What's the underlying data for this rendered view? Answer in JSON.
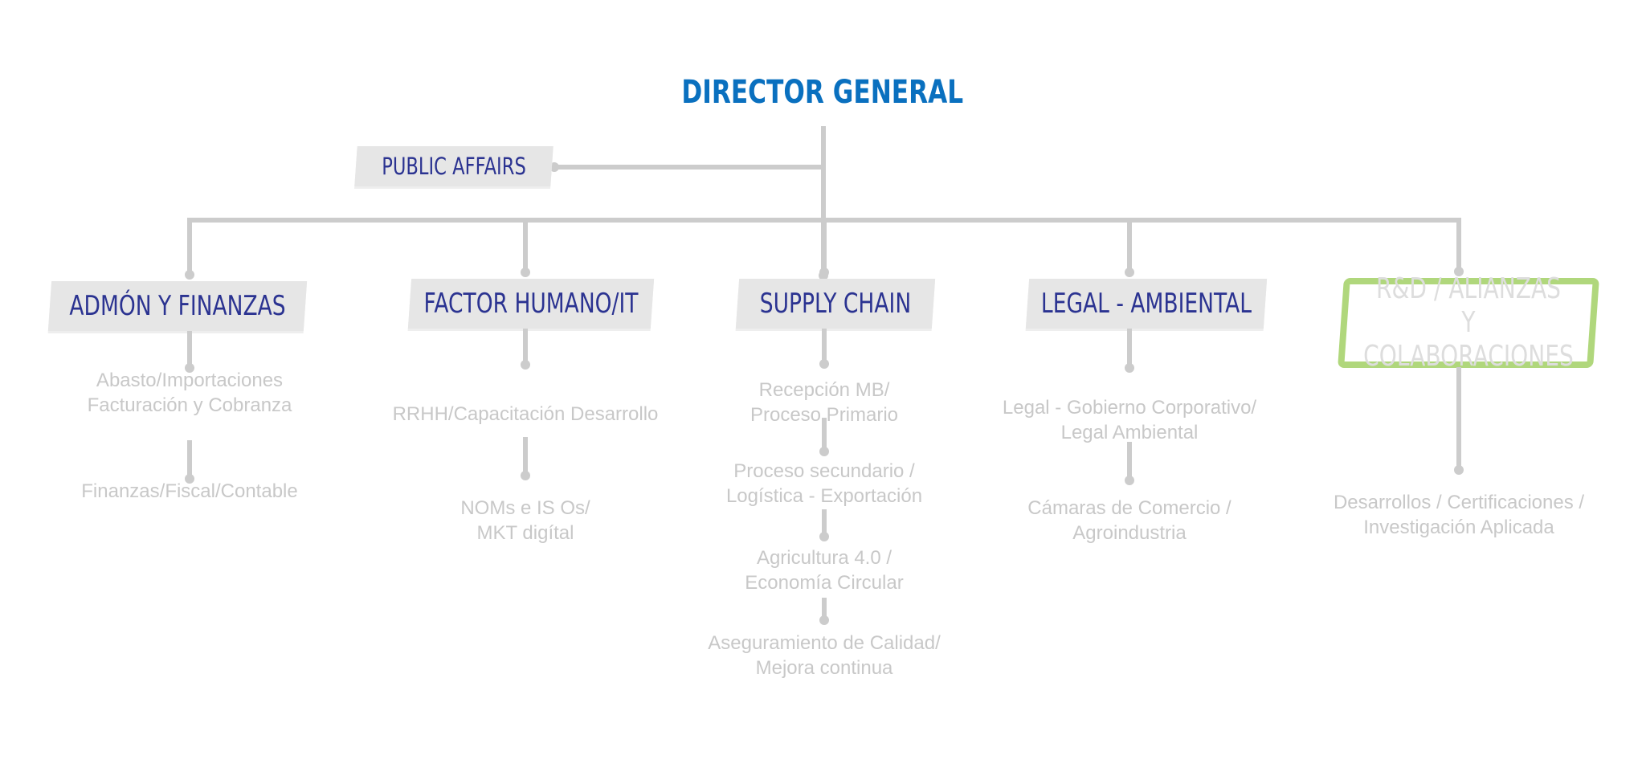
{
  "title": "DIRECTOR GENERAL",
  "public_affairs": "PUBLIC AFFAIRS",
  "colors": {
    "title": "#0a70bf",
    "card_text": "#2b3391",
    "card_bg": "#e6e6e6",
    "connector": "#cccccc",
    "highlight_border": "#b0d77c",
    "sub_text": "#c8c8c8"
  },
  "departments": [
    {
      "label": "ADMÓN Y FINANZAS",
      "children": [
        "Abasto/Importaciones\nFacturación y Cobranza",
        "Finanzas/Fiscal/Contable"
      ]
    },
    {
      "label": "FACTOR HUMANO/IT",
      "children": [
        "RRHH/Capacitación Desarrollo",
        "NOMs e IS Os/\nMKT digítal"
      ]
    },
    {
      "label": "SUPPLY CHAIN",
      "children": [
        "Recepción MB/\nProceso Primario",
        "Proceso secundario /\nLogística - Exportación",
        "Agricultura 4.0 /\nEconomía Circular",
        "Aseguramiento de Calidad/\nMejora continua"
      ]
    },
    {
      "label": "LEGAL - AMBIENTAL",
      "children": [
        "Legal - Gobierno Corporativo/\nLegal Ambiental",
        "Cámaras de Comercio /\nAgroindustria"
      ]
    },
    {
      "label": "R&D / ALIANZAS Y\nCOLABORACIONES",
      "highlighted": true,
      "children": [
        "Desarrollos / Certificaciones /\nInvestigación Aplicada"
      ]
    }
  ]
}
